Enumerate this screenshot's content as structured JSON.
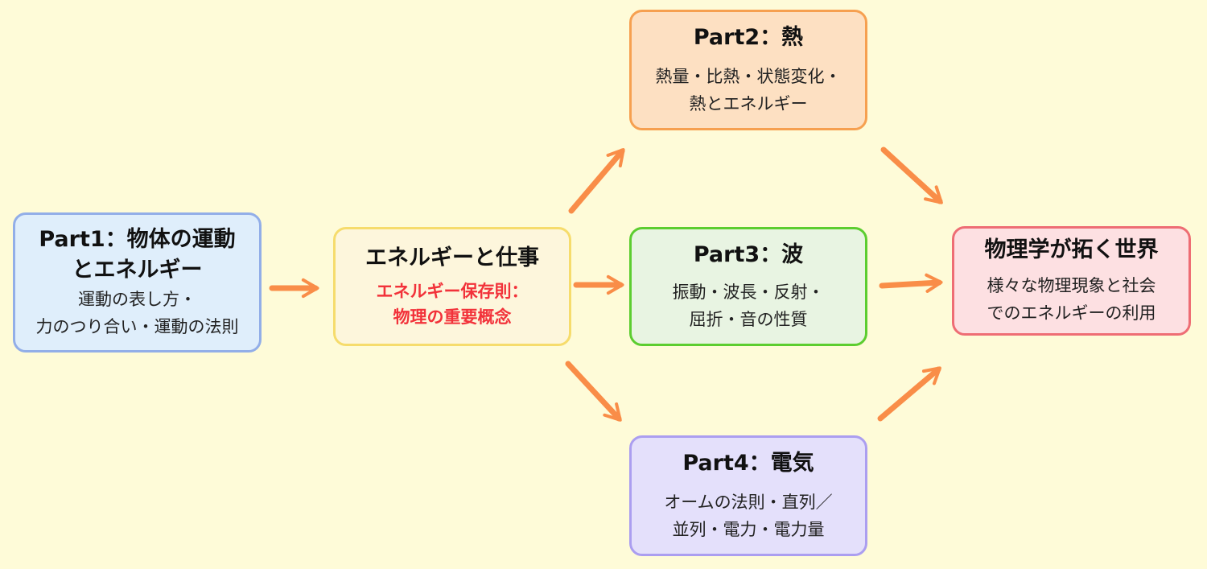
{
  "part1": {
    "title_lines": [
      "Part1：物体の運動",
      "とエネルギー"
    ],
    "desc_lines": [
      "運動の表し方・",
      "力のつり合い・運動の法則"
    ]
  },
  "energy": {
    "title": "エネルギーと仕事",
    "desc_lines": [
      "エネルギー保存則：",
      "物理の重要概念"
    ]
  },
  "part2": {
    "title": "Part2：熱",
    "desc_lines": [
      "熱量・比熱・状態変化・",
      "熱とエネルギー"
    ]
  },
  "part3": {
    "title": "Part3：波",
    "desc_lines": [
      "振動・波長・反射・",
      "屈折・音の性質"
    ]
  },
  "part4": {
    "title": "Part4：電気",
    "desc_lines": [
      "オームの法則・直列／",
      "並列・電力・電力量"
    ]
  },
  "world": {
    "title": "物理学が拓く世界",
    "desc_lines": [
      "様々な物理現象と社会",
      "でのエネルギーの利用"
    ]
  },
  "colors": {
    "background": "#fefbd8",
    "arrow": "#f98d48",
    "highlight_text": "#f2323a"
  }
}
